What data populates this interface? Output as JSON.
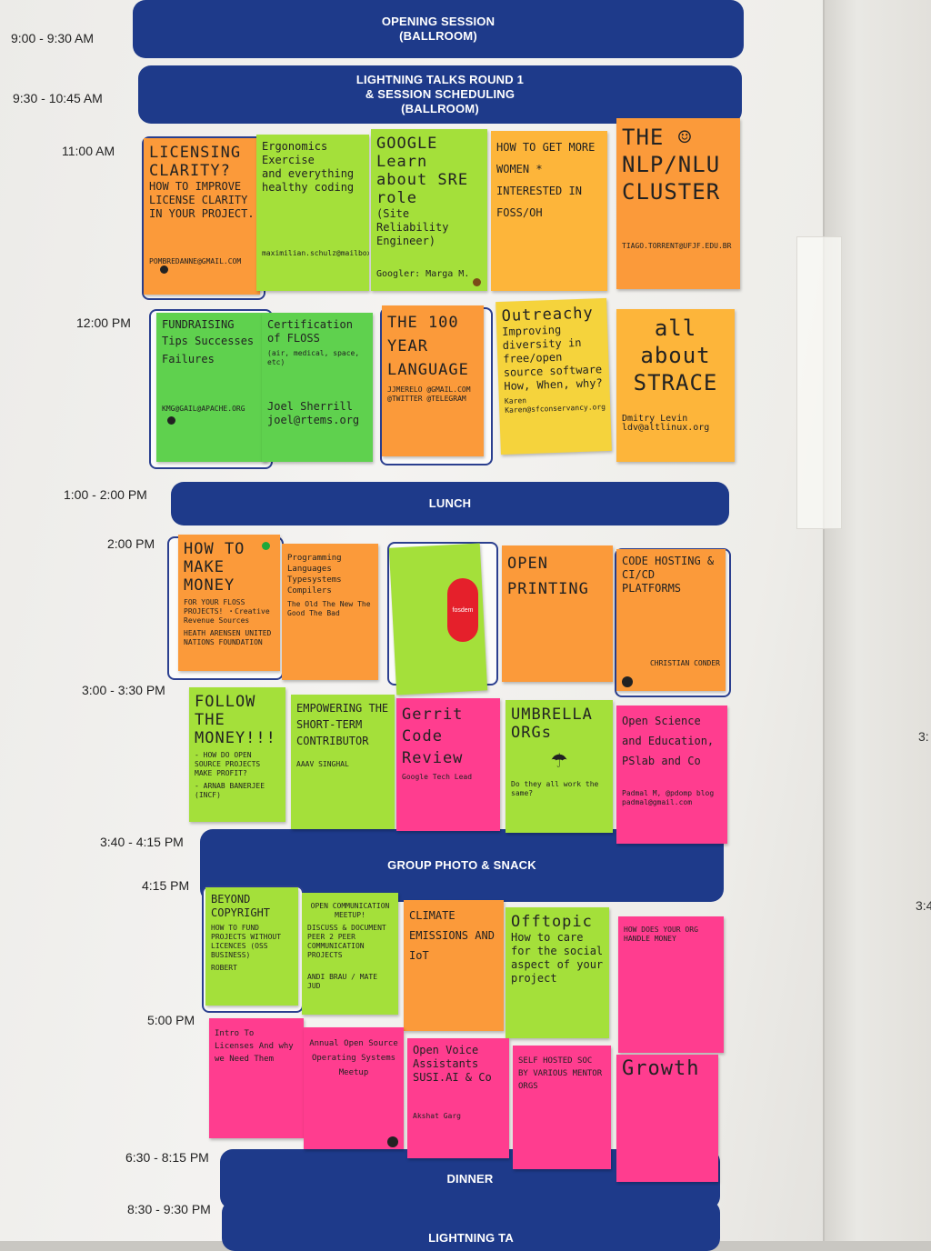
{
  "times": {
    "t1": "9:00 - 9:30 AM",
    "t2": "9:30 - 10:45 AM",
    "t3": "11:00 AM",
    "t4": "12:00 PM",
    "t5": "1:00 - 2:00 PM",
    "t6": "2:00 PM",
    "t7": "3:00 - 3:30 PM",
    "t8": "3:40 - 4:15 PM",
    "t9": "4:15 PM",
    "t10": "5:00 PM",
    "t11": "6:30 - 8:15 PM",
    "t12": "8:30 - 9:30 PM"
  },
  "banners": {
    "opening": "OPENING SESSION\n(BALLROOM)",
    "lightning": "LIGHTNING TALKS ROUND 1\n& SESSION SCHEDULING\n(BALLROOM)",
    "lunch": "LUNCH",
    "photo": "GROUP PHOTO & SNACK",
    "dinner": "DINNER",
    "lightning2": "LIGHTNING TA"
  },
  "edge": {
    "n1": "3:",
    "n2": "3:4"
  },
  "notes": {
    "r1a": {
      "title": "LICENSING CLARITY?",
      "body": "HOW TO IMPROVE LICENSE CLARITY IN YOUR PROJECT.",
      "foot": "POMBREDANNE@GMAIL.COM"
    },
    "r1b": {
      "title": "Ergonomics Exercise",
      "body": "and everything healthy coding",
      "foot": "maximilian.schulz@mailbox.org"
    },
    "r1c": {
      "title": "GOOGLE Learn about SRE role",
      "body": "(Site Reliability Engineer)",
      "foot": "Googler: Marga M."
    },
    "r1d": {
      "title": "HOW TO GET MORE WOMEN * INTERESTED IN FOSS/OH",
      "body": "",
      "foot": ""
    },
    "r1e": {
      "title": "THE ☺ NLP/NLU CLUSTER",
      "body": "",
      "foot": "TIAGO.TORRENT@UFJF.EDU.BR"
    },
    "r2a": {
      "title": "FUNDRAISING",
      "body": "Tips Successes Failures",
      "foot": "KMG@GAIL@APACHE.ORG"
    },
    "r2b": {
      "title": "Certification of FLOSS",
      "body": "(air, medical, space, etc)",
      "foot": "Joel Sherrill joel@rtems.org"
    },
    "r2c": {
      "title": "THE 100 YEAR LANGUAGE",
      "body": "JJMERELO @GMAIL.COM @TWITTER @TELEGRAM",
      "foot": ""
    },
    "r2d": {
      "title": "Outreachy",
      "body": "Improving diversity in free/open source software How, When, why?",
      "foot": "Karen Karen@sfconservancy.org"
    },
    "r2e": {
      "title": "all about STRACE",
      "body": "",
      "foot": "Dmitry Levin ldv@altlinux.org"
    },
    "r3a": {
      "title": "HOW TO MAKE MONEY",
      "body": "FOR YOUR FLOSS PROJECTS! ・Creative Revenue Sources",
      "foot": "HEATH ARENSEN UNITED NATIONS FOUNDATION"
    },
    "r3b": {
      "title": "Programming Languages Typesystems Compilers",
      "body": "The Old The New The Good The Bad",
      "foot": ""
    },
    "r3c": {
      "title": "",
      "body": "",
      "foot": ""
    },
    "r3d": {
      "title": "OPEN PRINTING",
      "body": "",
      "foot": ""
    },
    "r3e": {
      "title": "CODE HOSTING & CI/CD PLATFORMS",
      "body": "",
      "foot": "CHRISTIAN CONDER"
    },
    "r4a": {
      "title": "FOLLOW THE MONEY!!!",
      "body": "- HOW DO OPEN SOURCE PROJECTS MAKE PROFIT?",
      "foot": "- ARNAB BANERJEE (INCF)"
    },
    "r4b": {
      "title": "EMPOWERING THE SHORT-TERM CONTRIBUTOR",
      "body": "",
      "foot": "AAAV SINGHAL"
    },
    "r4c": {
      "title": "Gerrit Code Review",
      "body": "",
      "foot": "Google Tech Lead"
    },
    "r4d": {
      "title": "UMBRELLA ORGs",
      "body": "Do they all work the same?",
      "foot": ""
    },
    "r4e": {
      "title": "Open Science and Education, PSlab and Co",
      "body": "",
      "foot": "Padmal M, @pdomp blog padmal@gmail.com"
    },
    "r5a": {
      "title": "BEYOND COPYRIGHT",
      "body": "HOW TO FUND PROJECTS WITHOUT LICENCES (OSS BUSINESS)",
      "foot": "ROBERT"
    },
    "r5b": {
      "title": "OPEN COMMUNICATION MEETUP!",
      "body": "DISCUSS & DOCUMENT PEER 2 PEER COMMUNICATION PROJECTS",
      "foot": "ANDI BRAU / MATE JUD"
    },
    "r5c": {
      "title": "CLIMATE EMISSIONS AND IoT",
      "body": "",
      "foot": ""
    },
    "r5d": {
      "title": "Offtopic",
      "body": "How to care for the social aspect of your project",
      "foot": ""
    },
    "r5e": {
      "title": "HOW DOES YOUR ORG HANDLE MONEY",
      "body": "",
      "foot": ""
    },
    "r6a": {
      "title": "Intro To Licenses And why we Need Them",
      "body": "",
      "foot": ""
    },
    "r6b": {
      "title": "Annual Open Source Operating Systems Meetup",
      "body": "",
      "foot": ""
    },
    "r6c": {
      "title": "Open Voice Assistants SUSI.AI & Co",
      "body": "",
      "foot": "Akshat Garg"
    },
    "r6d": {
      "title": "SELF HOSTED SOC BY VARIOUS MENTOR ORGS",
      "body": "",
      "foot": ""
    },
    "r6e": {
      "title": "Growth",
      "body": "",
      "foot": ""
    }
  },
  "sticker": {
    "text": "fosdem"
  }
}
